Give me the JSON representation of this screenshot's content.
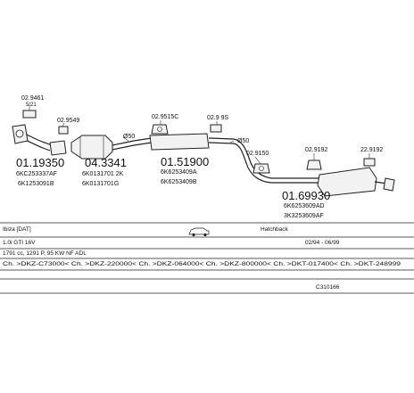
{
  "parts": [
    {
      "id": "p1",
      "code": "01.19350",
      "oem": [
        "6KC253337AF",
        "6K1253091B"
      ]
    },
    {
      "id": "p2",
      "code": "04.3341",
      "oem": [
        "6K0131701 2K",
        "6K0131701G"
      ]
    },
    {
      "id": "p3",
      "code": "01.51900",
      "oem": [
        "6K6253409A",
        "6K6253409B"
      ]
    },
    {
      "id": "p4",
      "code": "01.69930",
      "oem": [
        "6K6253609AD",
        "3K3253609AF"
      ]
    }
  ],
  "accessories": [
    {
      "id": "a1",
      "code": "02.9461",
      "sub": "5/21"
    },
    {
      "id": "a2",
      "code": "02.9549"
    },
    {
      "id": "a3",
      "code": "02.9515C"
    },
    {
      "id": "a4",
      "code": "02.9 9S"
    },
    {
      "id": "a5",
      "code": "02.9150"
    },
    {
      "id": "a6",
      "code": "02.9192"
    },
    {
      "id": "a7",
      "code": "22.9192"
    }
  ],
  "diameters": {
    "d1": "Ø50",
    "d2": "Ø50"
  },
  "info": {
    "model": "Ibiza [DAT]",
    "body": "Hatchback",
    "engine": "1.0i GTI 16V",
    "date_range": "02/94 - 06/99",
    "spec": "1791 cc, 1291 P, 95 KW NF ADL",
    "chassis": "Ch. >DKZ-C73000< Ch. >DKZ-220000< Ch. >DKZ-064000< Ch. >DKZ-800000< Ch. >DKT-017400< Ch. >DKT-248999",
    "ref": "C310166"
  },
  "icons": {
    "car": "hatchback-car-icon"
  }
}
